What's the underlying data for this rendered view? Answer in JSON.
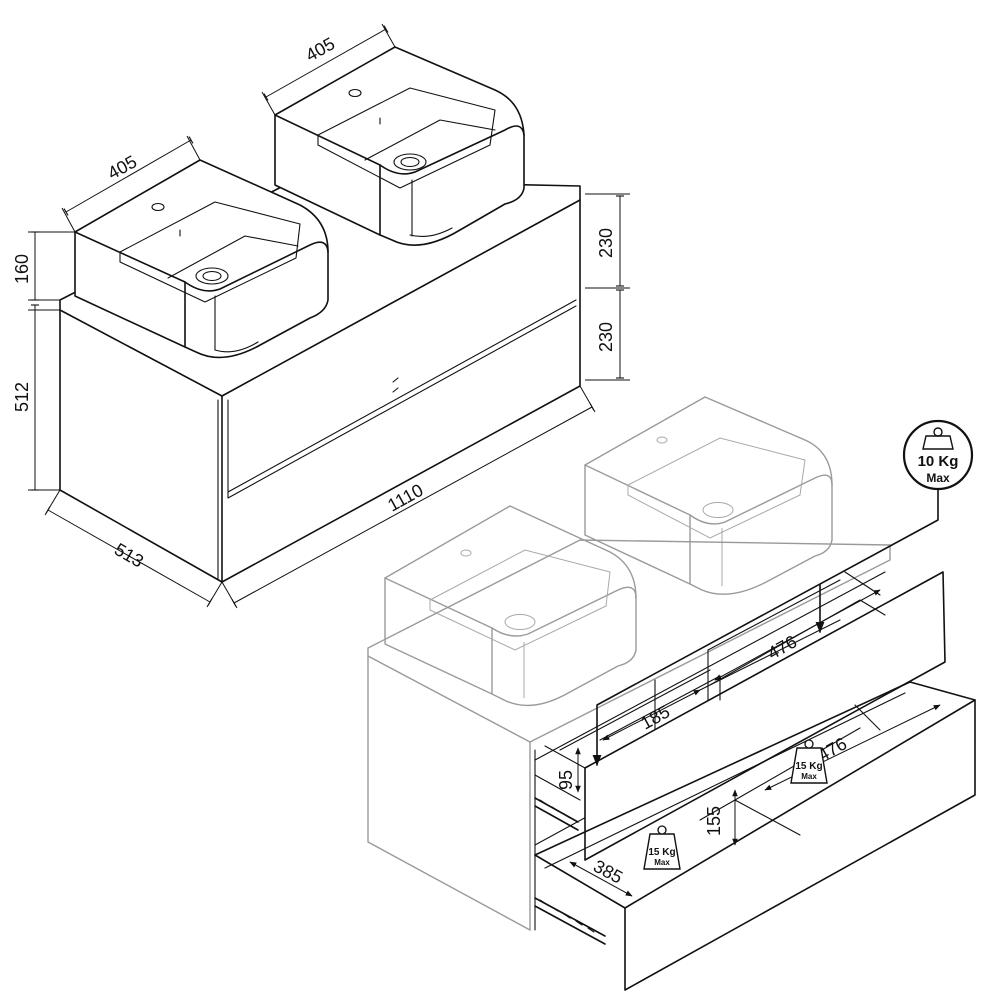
{
  "dimensions": {
    "basin_left_width": "405",
    "basin_right_width": "405",
    "basin_height": "160",
    "cabinet_height": "512",
    "cabinet_depth": "513",
    "cabinet_width": "1110",
    "drawer_top_height": "230",
    "drawer_bottom_height": "230"
  },
  "interior": {
    "upper_drawer_depth": "476",
    "lower_drawer_depth": "476",
    "notch_width": "185",
    "upper_inner_height": "95",
    "lower_inner_height": "155",
    "lower_notch_depth": "385"
  },
  "loads": {
    "countertop": {
      "value": "10 Kg",
      "unit": "Max"
    },
    "upper_drawer": {
      "value": "15 Kg",
      "unit": "Max"
    },
    "lower_drawer": {
      "value": "15 Kg",
      "unit": "Max"
    }
  }
}
